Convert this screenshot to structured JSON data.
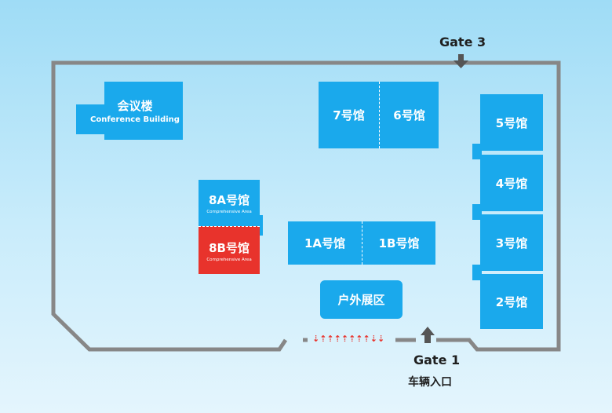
{
  "gates": {
    "gate3": "Gate 3",
    "gate1": "Gate 1",
    "gate1_sub": "车辆入口"
  },
  "buildings": {
    "conference_cn": "会议楼",
    "conference_en": "Conference Building",
    "hall7": "7号馆",
    "hall6": "6号馆",
    "hall5": "5号馆",
    "hall4": "4号馆",
    "hall3": "3号馆",
    "hall2": "2号馆",
    "hall8a": "8A号馆",
    "hall8a_sub": "Comprehensive Area",
    "hall8b": "8B号馆",
    "hall8b_sub": "Comprehensive Area",
    "hall1a": "1A号馆",
    "hall1b": "1B号馆",
    "outdoor": "户外展区"
  },
  "entry_arrows": "⇣⇡⇡⇡⇡⇡⇡⇡⇣⇣",
  "colors": {
    "hall_blue": "#1aa9ec",
    "highlight_red": "#e8332c",
    "boundary_gray": "#878787"
  },
  "icons": {
    "gate3_arrow": "down-arrow-icon",
    "gate1_arrow": "up-arrow-icon"
  }
}
